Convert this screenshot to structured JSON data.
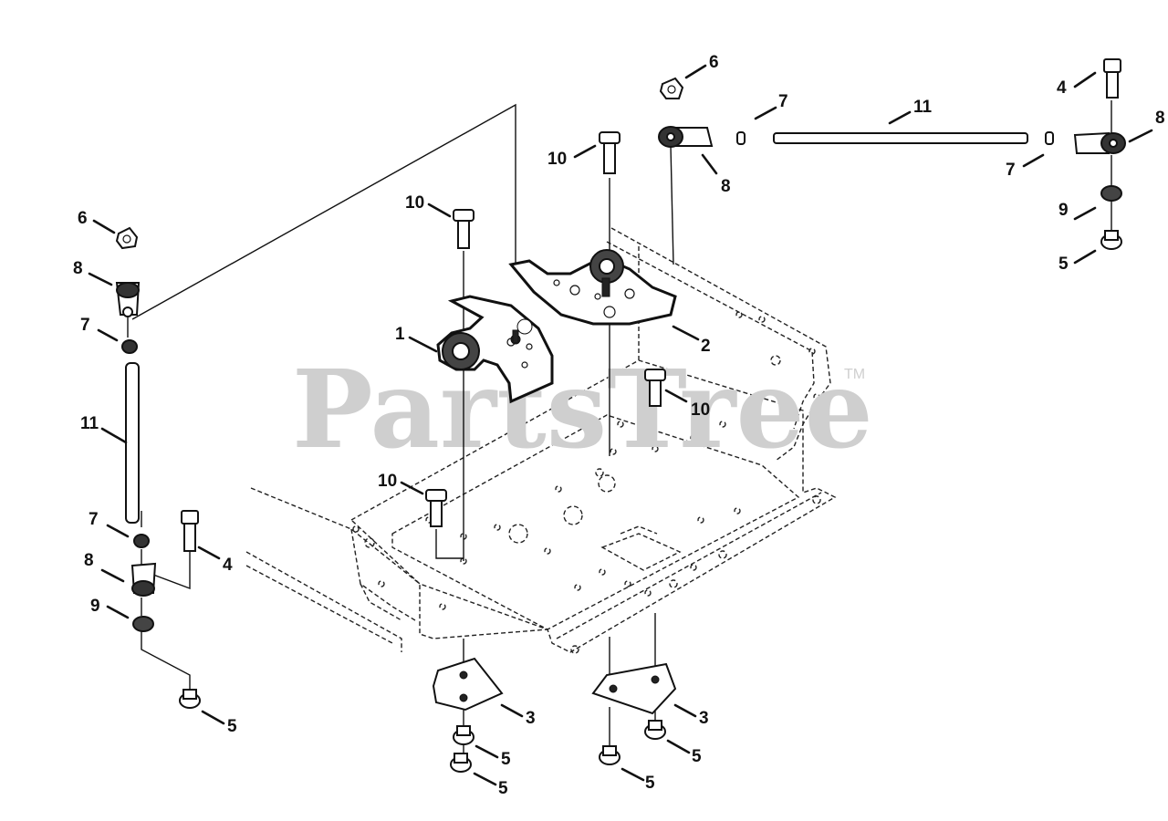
{
  "watermark": {
    "brand": "PartsTree",
    "trademark": "TM"
  },
  "callouts": [
    {
      "id": "c1",
      "text": "1"
    },
    {
      "id": "c2",
      "text": "2"
    },
    {
      "id": "c3a",
      "text": "3"
    },
    {
      "id": "c3b",
      "text": "3"
    },
    {
      "id": "c4a",
      "text": "4"
    },
    {
      "id": "c4b",
      "text": "4"
    },
    {
      "id": "c5a",
      "text": "5"
    },
    {
      "id": "c5b",
      "text": "5"
    },
    {
      "id": "c5c",
      "text": "5"
    },
    {
      "id": "c5d",
      "text": "5"
    },
    {
      "id": "c5e",
      "text": "5"
    },
    {
      "id": "c5f",
      "text": "5"
    },
    {
      "id": "c6a",
      "text": "6"
    },
    {
      "id": "c6b",
      "text": "6"
    },
    {
      "id": "c7a",
      "text": "7"
    },
    {
      "id": "c7b",
      "text": "7"
    },
    {
      "id": "c7c",
      "text": "7"
    },
    {
      "id": "c7d",
      "text": "7"
    },
    {
      "id": "c8a",
      "text": "8"
    },
    {
      "id": "c8b",
      "text": "8"
    },
    {
      "id": "c8c",
      "text": "8"
    },
    {
      "id": "c8d",
      "text": "8"
    },
    {
      "id": "c9a",
      "text": "9"
    },
    {
      "id": "c9b",
      "text": "9"
    },
    {
      "id": "c10a",
      "text": "10"
    },
    {
      "id": "c10b",
      "text": "10"
    },
    {
      "id": "c10c",
      "text": "10"
    },
    {
      "id": "c10d",
      "text": "10"
    },
    {
      "id": "c11a",
      "text": "11"
    },
    {
      "id": "c11b",
      "text": "11"
    }
  ]
}
